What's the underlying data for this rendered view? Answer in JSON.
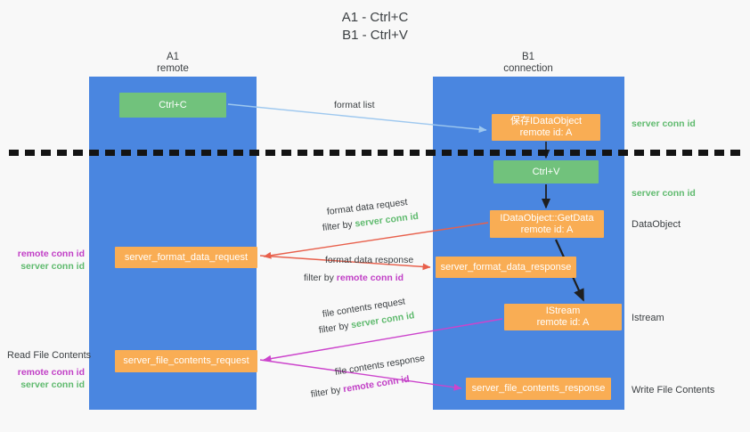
{
  "title": {
    "line1": "A1 - Ctrl+C",
    "line2": "B1 - Ctrl+V"
  },
  "colors": {
    "lane": "#4a86e0",
    "green_node": "#71c27c",
    "orange_node": "#f9ad54",
    "server_conn_id": "#5fba6e",
    "remote_conn_id": "#c13fc6",
    "arrow_format_list": "#9ec8ef",
    "arrow_format_data": "#e8604c",
    "arrow_file_contents": "#cc44cc",
    "arrow_internal": "#1f1f1f",
    "divider": "#141414",
    "text": "#3c4043"
  },
  "columns": [
    {
      "name": "A1",
      "sub": "remote"
    },
    {
      "name": "B1",
      "sub": "connection"
    }
  ],
  "nodes": {
    "ctrl_c": {
      "line1": "Ctrl+C",
      "line2": ""
    },
    "idataobject": {
      "line1": "保存IDataObject",
      "line2": "remote id: A"
    },
    "ctrl_v": {
      "line1": "Ctrl+V",
      "line2": ""
    },
    "getdata": {
      "line1": "IDataObject::GetData",
      "line2": "remote id: A"
    },
    "server_format_data_request": {
      "line1": "server_format_data_request",
      "line2": ""
    },
    "server_format_data_response": {
      "line1": "server_format_data_response",
      "line2": ""
    },
    "istream": {
      "line1": "IStream",
      "line2": "remote id: A"
    },
    "server_file_contents_request": {
      "line1": "server_file_contents_request",
      "line2": ""
    },
    "server_file_contents_response": {
      "line1": "server_file_contents_response",
      "line2": ""
    }
  },
  "edge_labels": {
    "format_list": "format list",
    "format_data_request": "format data request",
    "format_data_response": "format data response",
    "file_contents_request": "file contents request",
    "file_contents_response": "file contents response",
    "filter_by": "filter by "
  },
  "conn_ids": {
    "server": "server conn id",
    "remote": "remote conn id"
  },
  "right_labels": {
    "server_conn_top": "server conn id",
    "server_conn_mid": "server conn id",
    "dataobject": "DataObject",
    "istream": "Istream",
    "write_file_contents": "Write File Contents"
  },
  "left_labels": {
    "read_file_contents": "Read File Contents"
  }
}
